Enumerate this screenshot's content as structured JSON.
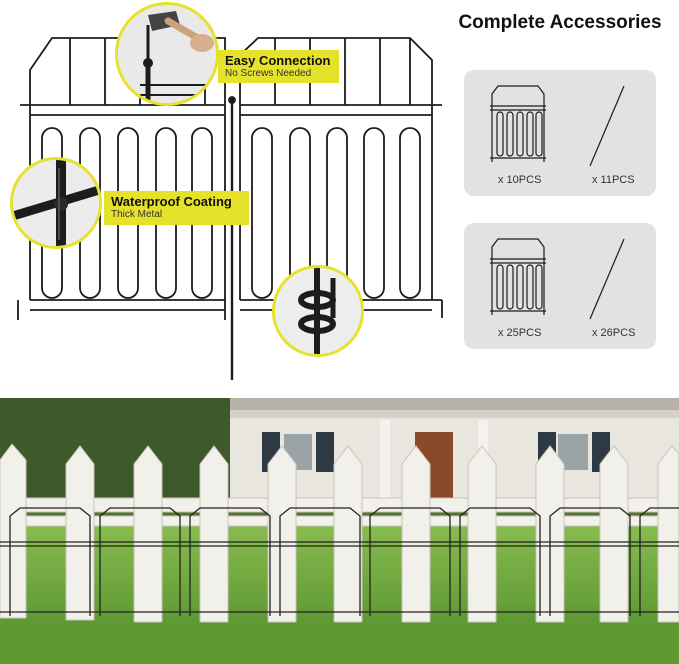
{
  "callouts": {
    "connection": {
      "title": "Easy Connection",
      "subtitle": "No Screws Needed"
    },
    "coating": {
      "title": "Waterproof Coating",
      "subtitle": "Thick Metal"
    }
  },
  "accessories": {
    "title": "Complete Accessories",
    "cards": [
      {
        "panel_qty": "x 10PCS",
        "stake_qty": "x 11PCS"
      },
      {
        "panel_qty": "x 25PCS",
        "stake_qty": "x 26PCS"
      }
    ]
  },
  "colors": {
    "accent": "#e6e12a",
    "fence_wire": "#1c1c1c",
    "card_bg": "#e2e2e2",
    "lawn": "#6fa33c",
    "picket": "#f2f0ea"
  },
  "icons": [
    "hammer-icon",
    "fence-panel-icon",
    "ground-stake-icon"
  ]
}
